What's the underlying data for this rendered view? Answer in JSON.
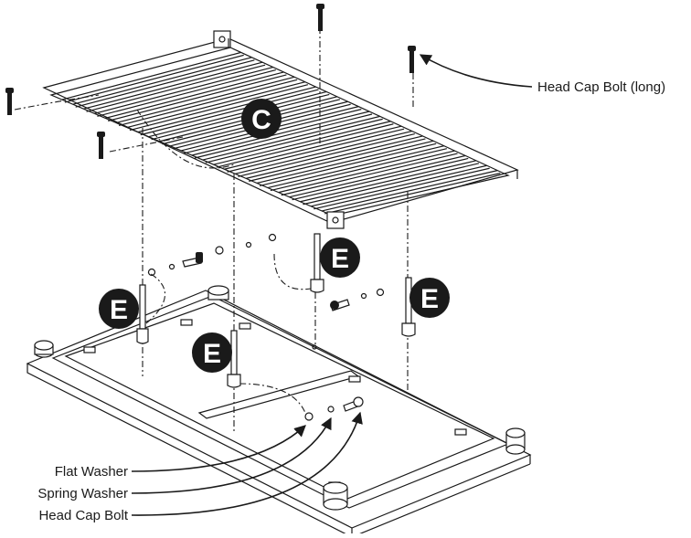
{
  "labels": {
    "head_cap_bolt_long": "Head Cap Bolt (long)",
    "flat_washer": "Flat Washer",
    "spring_washer": "Spring Washer",
    "head_cap_bolt": "Head Cap Bolt"
  },
  "badges": {
    "c": "C",
    "e": "E"
  },
  "colors": {
    "ink": "#1a1a1a",
    "badge_fill": "#1a1a1a",
    "background": "#ffffff"
  }
}
